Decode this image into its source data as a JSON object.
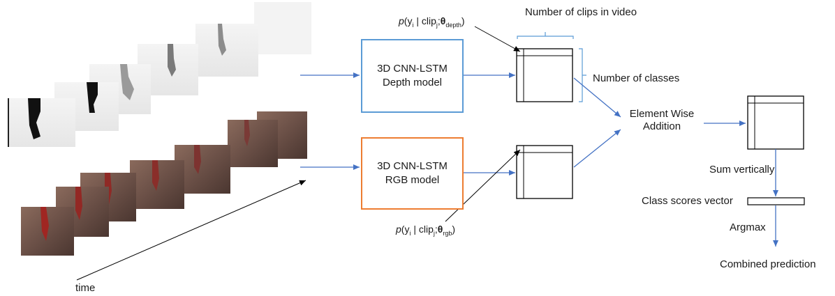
{
  "labels": {
    "clips_in_video": "Number of clips in video",
    "number_of_classes": "Number of classes",
    "element_wise_addition_line1": "Element Wise",
    "element_wise_addition_line2": "Addition",
    "sum_vertically": "Sum vertically",
    "class_scores_vector": "Class scores vector",
    "argmax": "Argmax",
    "combined_prediction": "Combined prediction",
    "time": "time"
  },
  "models": {
    "depth": {
      "line1": "3D CNN-LSTM",
      "line2": "Depth model",
      "color": "#5b9bd5"
    },
    "rgb": {
      "line1": "3D CNN-LSTM",
      "line2": "RGB model",
      "color": "#ed7d31"
    }
  },
  "formulas": {
    "depth": {
      "p": "p",
      "y": "y",
      "y_sub": "i",
      "clip": "clip",
      "clip_sub": "j",
      "theta": "θ",
      "theta_sub": "depth"
    },
    "rgb": {
      "p": "p",
      "y": "y",
      "y_sub": "i",
      "clip": "clip",
      "clip_sub": "j",
      "theta": "θ",
      "theta_sub": "rgb"
    }
  },
  "colors": {
    "arrow": "#4472c4",
    "bracket": "#5b9bd5",
    "line": "#000000"
  }
}
